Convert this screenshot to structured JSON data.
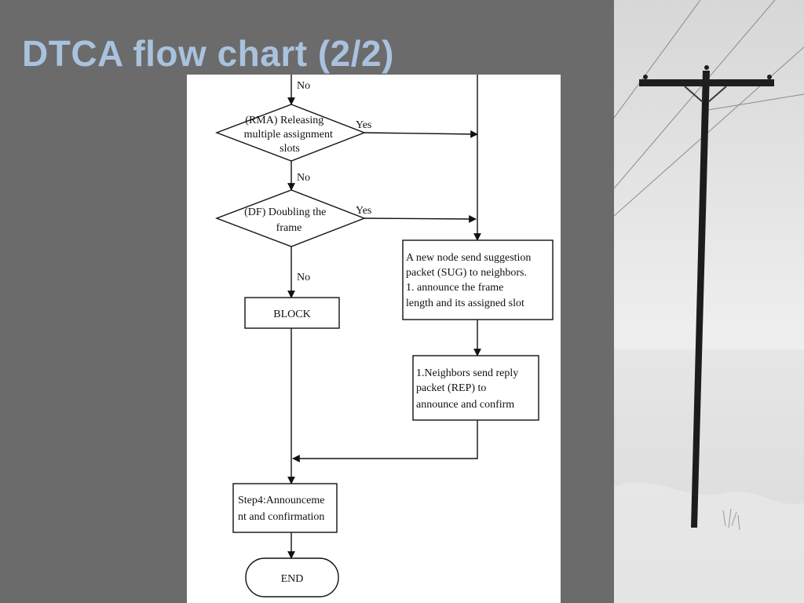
{
  "slide": {
    "title": "DTCA flow chart (2/2)",
    "background_color": "#6b6b6b",
    "title_color": "#a9c2de"
  },
  "flowchart": {
    "labels": {
      "top_no": "No",
      "rma_no": "No",
      "df_no": "No",
      "rma_yes": "Yes",
      "df_yes": "Yes"
    },
    "nodes": {
      "rma_decision": [
        "(RMA) Releasing",
        "multiple assignment",
        "slots"
      ],
      "df_decision": [
        "(DF) Doubling the",
        "frame"
      ],
      "block": [
        "BLOCK"
      ],
      "sug": [
        "A new node send suggestion",
        "packet (SUG) to neighbors.",
        "1. announce the frame",
        "length and its assigned slot"
      ],
      "rep": [
        "1.Neighbors send reply",
        "packet (REP) to",
        "announce and confirm"
      ],
      "step4": [
        "Step4:Announceme",
        "nt and confirmation"
      ],
      "end": [
        "END"
      ]
    }
  },
  "photo": {
    "subject": "utility-pole-in-snow"
  }
}
